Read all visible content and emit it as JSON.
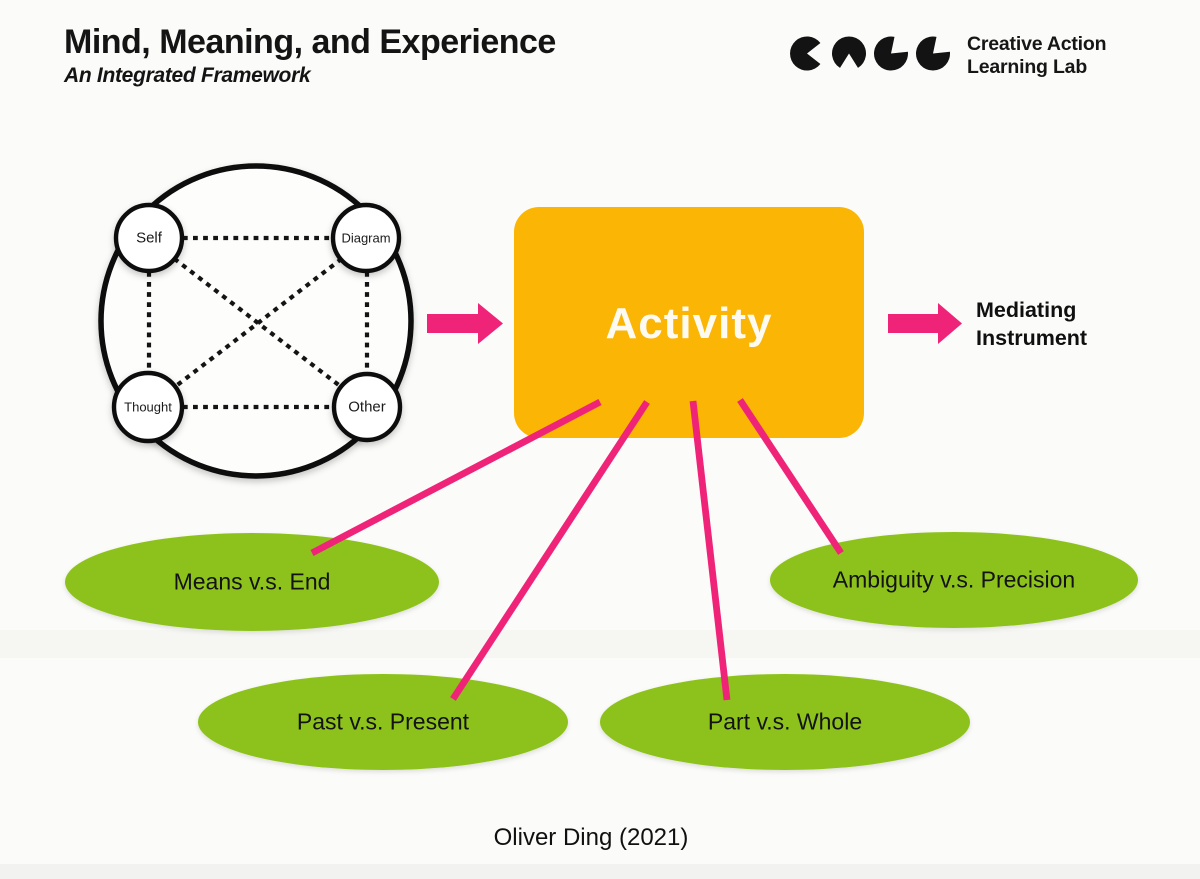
{
  "header": {
    "title": "Mind, Meaning, and Experience",
    "subtitle": "An Integrated Framework"
  },
  "logo": {
    "mark": "CALL",
    "name_line1": "Creative Action",
    "name_line2": "Learning Lab"
  },
  "mind_model": {
    "nodes": [
      {
        "label": "Self"
      },
      {
        "label": "Diagram"
      },
      {
        "label": "Thought"
      },
      {
        "label": "Other"
      }
    ]
  },
  "activity": {
    "label": "Activity"
  },
  "output": {
    "line1": "Mediating",
    "line2": "Instrument"
  },
  "tensions": [
    {
      "label": "Means v.s. End"
    },
    {
      "label": "Ambiguity v.s. Precision"
    },
    {
      "label": "Past v.s. Present"
    },
    {
      "label": "Part v.s. Whole"
    }
  ],
  "footer": {
    "credit": "Oliver Ding (2021)"
  },
  "colors": {
    "accent_pink": "#EF2479",
    "activity_orange": "#FBB505",
    "tension_green": "#8DC21E",
    "ink_black": "#0C0C0C",
    "background": "#FBFBF9"
  }
}
